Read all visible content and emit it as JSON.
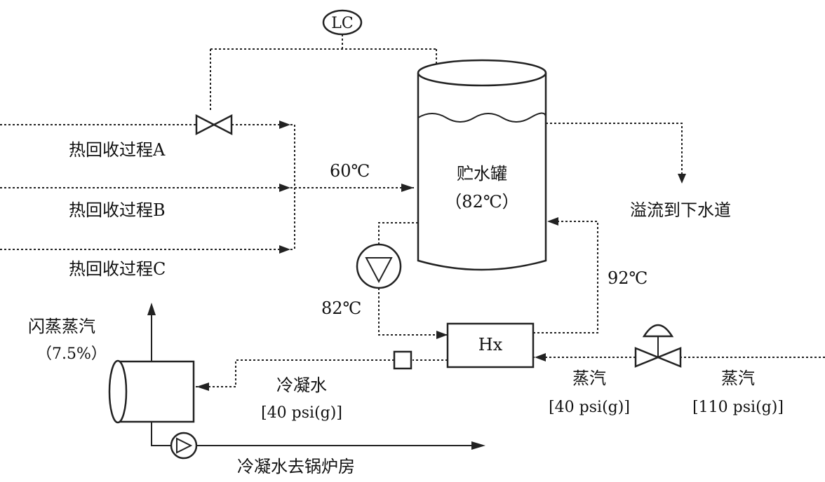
{
  "diagram": {
    "controller": "LC",
    "streams": {
      "process_a": "热回收过程A",
      "process_b": "热回收过程B",
      "process_c": "热回收过程C",
      "inlet_temp": "60℃",
      "overflow": "溢流到下水道",
      "return_temp": "92℃",
      "pump_out_temp": "82℃",
      "condensate_name": "冷凝水",
      "condensate_pressure": "[40 psi(g)]",
      "steam_low_name": "蒸汽",
      "steam_low_pressure": "[40 psi(g)]",
      "steam_high_name": "蒸汽",
      "steam_high_pressure": "[110 psi(g)]",
      "condensate_to_boiler": "冷凝水去锅炉房"
    },
    "tank": {
      "name": "贮水罐",
      "temp": "（82℃）"
    },
    "heat_exchanger": "Hx",
    "flash_drum": {
      "name": "闪蒸蒸汽",
      "fraction": "（7.5%）"
    }
  }
}
